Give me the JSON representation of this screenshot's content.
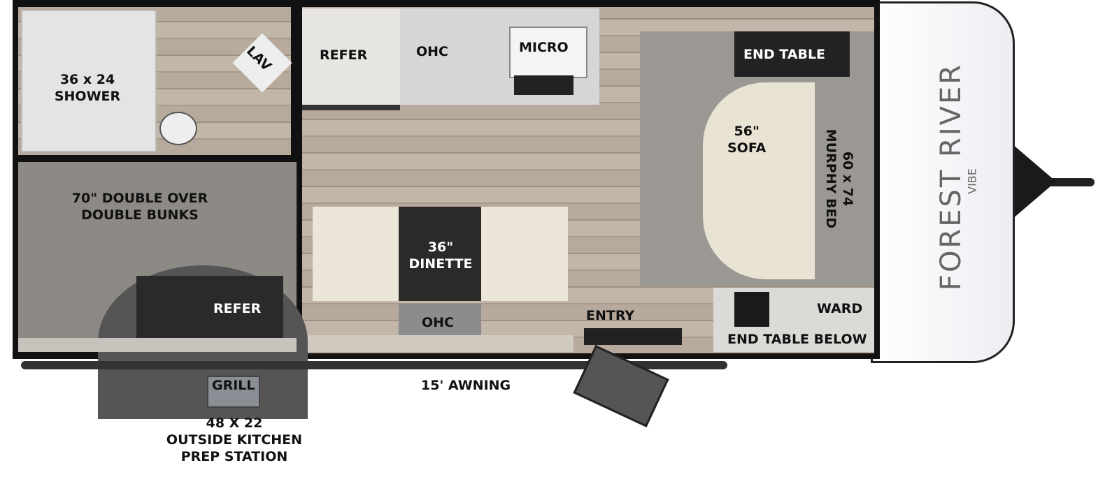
{
  "brand": {
    "logo_text": "FOREST RIVER",
    "sub_logo": "VIBE"
  },
  "labels": {
    "shower": "36 x 24",
    "shower2": "SHOWER",
    "lav": "LAV",
    "refer_kitchen": "REFER",
    "ohc_kitchen": "OHC",
    "micro": "MICRO",
    "end_table": "END TABLE",
    "sofa1": "56\"",
    "sofa2": "SOFA",
    "murphy1": "60 x 74",
    "murphy2": "MURPHY BED",
    "bunks1": "70\"  DOUBLE OVER",
    "bunks2": "DOUBLE BUNKS",
    "refer_bunk": "REFER",
    "dinette1": "36\"",
    "dinette2": "DINETTE",
    "ohc_dinette": "OHC",
    "entry": "ENTRY",
    "ward": "WARD",
    "end_table_below": "END TABLE BELOW",
    "grill": "GRILL",
    "awning": "15' AWNING",
    "kitchen1": "48 X 22",
    "kitchen2": "OUTSIDE KITCHEN",
    "kitchen3": "PREP STATION"
  },
  "colors": {
    "wall": "#111111",
    "floor": "#b0a394",
    "carpet": "#8d8a86",
    "accent_red": "#d9343a"
  }
}
